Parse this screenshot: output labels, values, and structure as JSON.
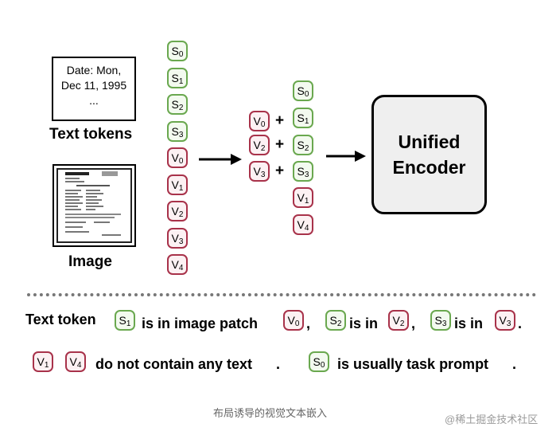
{
  "doc_text": {
    "line1": "Date: Mon,",
    "line2": "Dec 11, 1995",
    "line3": "..."
  },
  "text_tokens_label": "Text tokens",
  "image_label": "Image",
  "encoder": {
    "line1": "Unified",
    "line2": "Encoder"
  },
  "token_column": [
    {
      "letter": "S",
      "index": "0",
      "kind": "s"
    },
    {
      "letter": "S",
      "index": "1",
      "kind": "s"
    },
    {
      "letter": "S",
      "index": "2",
      "kind": "s"
    },
    {
      "letter": "S",
      "index": "3",
      "kind": "s"
    },
    {
      "letter": "V",
      "index": "0",
      "kind": "v"
    },
    {
      "letter": "V",
      "index": "1",
      "kind": "v"
    },
    {
      "letter": "V",
      "index": "2",
      "kind": "v"
    },
    {
      "letter": "V",
      "index": "3",
      "kind": "v"
    },
    {
      "letter": "V",
      "index": "4",
      "kind": "v"
    }
  ],
  "merged_column": {
    "top": {
      "letter": "S",
      "index": "0"
    },
    "pairs": [
      {
        "v": {
          "letter": "V",
          "index": "0"
        },
        "plus": "+",
        "s": {
          "letter": "S",
          "index": "1"
        }
      },
      {
        "v": {
          "letter": "V",
          "index": "2"
        },
        "plus": "+",
        "s": {
          "letter": "S",
          "index": "2"
        }
      },
      {
        "v": {
          "letter": "V",
          "index": "3"
        },
        "plus": "+",
        "s": {
          "letter": "S",
          "index": "3"
        }
      }
    ],
    "rest": [
      {
        "letter": "V",
        "index": "1"
      },
      {
        "letter": "V",
        "index": "4"
      }
    ]
  },
  "legend": {
    "line1": {
      "text_token": "Text token",
      "is_in_image_patch": "is in image patch",
      "comma1": ",",
      "is_in_1": "is in",
      "comma2": ",",
      "is_in_2": "is in",
      "period": "."
    },
    "line1_tokens": [
      {
        "letter": "S",
        "index": "1"
      },
      {
        "letter": "V",
        "index": "0"
      },
      {
        "letter": "S",
        "index": "2"
      },
      {
        "letter": "V",
        "index": "2"
      },
      {
        "letter": "S",
        "index": "3"
      },
      {
        "letter": "V",
        "index": "3"
      }
    ],
    "line2": {
      "no_text": "do not contain any text",
      "period1": ".",
      "task_prompt": "is usually task prompt",
      "period2": "."
    },
    "line2_tokens": [
      {
        "letter": "V",
        "index": "1"
      },
      {
        "letter": "V",
        "index": "4"
      },
      {
        "letter": "S",
        "index": "0"
      }
    ]
  },
  "caption": "布局诱导的视觉文本嵌入",
  "watermark": "@稀土掘金技术社区",
  "colors": {
    "s_border": "#6aa84f",
    "v_border": "#a8324a"
  }
}
